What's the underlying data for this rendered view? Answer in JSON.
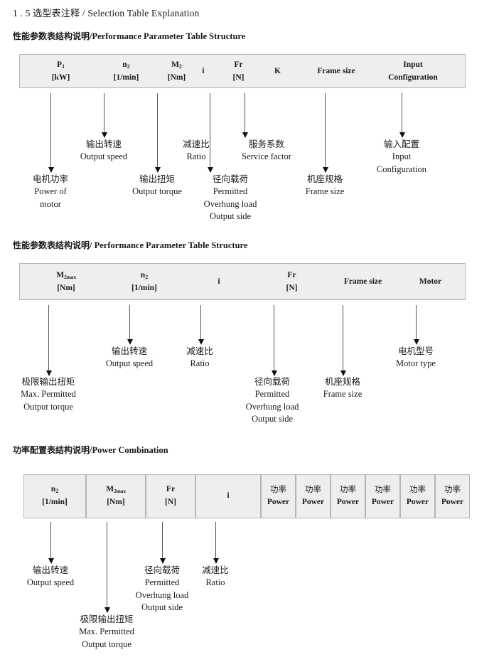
{
  "page": {
    "section_number": "1 . 5",
    "section_title_cn": "选型表注释",
    "section_sep": "/",
    "section_title_en": "Selection Table Explanation"
  },
  "sections": [
    {
      "heading_cn": "性能参数表结构说明",
      "heading_sep": "/",
      "heading_en": "Performance Parameter Table Structure",
      "table": {
        "style": "continuous",
        "columns": [
          {
            "symbol": "P",
            "sub": "1",
            "unit": "[kW]"
          },
          {
            "symbol": "n",
            "sub": "2",
            "unit": "[1/min]"
          },
          {
            "symbol": "M",
            "sub": "2",
            "unit": "[Nm]"
          },
          {
            "symbol": "i",
            "sub": "",
            "unit": ""
          },
          {
            "symbol": "Fr",
            "sub": "",
            "unit": "[N]"
          },
          {
            "symbol": "K",
            "sub": "",
            "unit": ""
          },
          {
            "symbol": "Frame size",
            "sub": "",
            "unit": ""
          },
          {
            "symbol": "Input",
            "sub": "",
            "unit": "Configuration"
          }
        ]
      },
      "annotations": [
        {
          "cn": "电机功率",
          "en": [
            "Power of",
            "motor"
          ]
        },
        {
          "cn": "输出转速",
          "en": [
            "Output speed"
          ]
        },
        {
          "cn": "输出扭矩",
          "en": [
            "Output torque"
          ]
        },
        {
          "cn": "减速比",
          "en": [
            "Ratio"
          ]
        },
        {
          "cn": "径向载荷",
          "en": [
            "Permitted",
            "Overhung load",
            "Output side"
          ]
        },
        {
          "cn": "服务系数",
          "en": [
            "Service factor"
          ]
        },
        {
          "cn": "机座规格",
          "en": [
            "Frame size"
          ]
        },
        {
          "cn": "输入配置",
          "en": [
            "Input",
            "Configuration"
          ]
        }
      ]
    },
    {
      "heading_cn": "性能参数表结构说明",
      "heading_sep": "/",
      "heading_en": "Performance Parameter Table Structure",
      "table": {
        "style": "continuous",
        "columns": [
          {
            "symbol": "M",
            "sub": "2max",
            "unit": "[Nm]"
          },
          {
            "symbol": "n",
            "sub": "2",
            "unit": "[1/min]"
          },
          {
            "symbol": "i",
            "sub": "",
            "unit": ""
          },
          {
            "symbol": "Fr",
            "sub": "",
            "unit": "[N]"
          },
          {
            "symbol": "Frame size",
            "sub": "",
            "unit": ""
          },
          {
            "symbol": "Motor",
            "sub": "",
            "unit": ""
          }
        ]
      },
      "annotations": [
        {
          "cn": "极限输出扭矩",
          "en": [
            "Max. Permitted",
            "Output  torque"
          ]
        },
        {
          "cn": "输出转速",
          "en": [
            "Output speed"
          ]
        },
        {
          "cn": "减速比",
          "en": [
            "Ratio"
          ]
        },
        {
          "cn": "径向载荷",
          "en": [
            "Permitted",
            "Overhung load",
            "Output side"
          ]
        },
        {
          "cn": "机座规格",
          "en": [
            "Frame size"
          ]
        },
        {
          "cn": "电机型号",
          "en": [
            "Motor type"
          ]
        }
      ]
    },
    {
      "heading_cn": "功率配置表结构说明",
      "heading_sep": "/",
      "heading_en": "Power Combination",
      "table": {
        "style": "boxed",
        "columns": [
          {
            "symbol": "n",
            "sub": "2",
            "unit": "[1/min]"
          },
          {
            "symbol": "M",
            "sub": "2max",
            "unit": "[Nm]"
          },
          {
            "symbol": "Fr",
            "sub": "",
            "unit": "[N]"
          },
          {
            "symbol": "i",
            "sub": "",
            "unit": ""
          },
          {
            "symbol": "功率",
            "sub": "",
            "unit": "Power"
          },
          {
            "symbol": "功率",
            "sub": "",
            "unit": "Power"
          },
          {
            "symbol": "功率",
            "sub": "",
            "unit": "Power"
          },
          {
            "symbol": "功率",
            "sub": "",
            "unit": "Power"
          },
          {
            "symbol": "功率",
            "sub": "",
            "unit": "Power"
          },
          {
            "symbol": "功率",
            "sub": "",
            "unit": "Power"
          }
        ]
      },
      "annotations": [
        {
          "cn": "输出转速",
          "en": [
            "Output speed"
          ]
        },
        {
          "cn": "极限输出扭矩",
          "en": [
            "Max. Permitted",
            "Output  torque"
          ]
        },
        {
          "cn": "径向载荷",
          "en": [
            "Permitted",
            "Overhung load",
            "Output side"
          ]
        },
        {
          "cn": "减速比",
          "en": [
            "Ratio"
          ]
        }
      ]
    }
  ]
}
